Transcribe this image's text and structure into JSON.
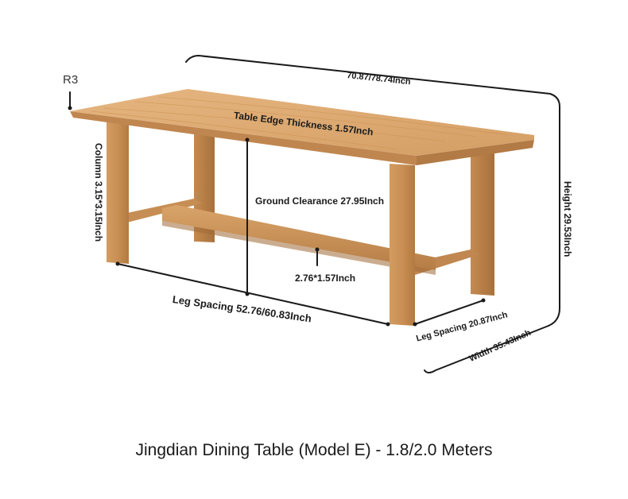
{
  "product": {
    "title": "Jingdian Dining Table (Model E) - 1.8/2.0 Meters"
  },
  "dimensions": {
    "corner_radius": "R3",
    "length": "70.87/78.74Inch",
    "edge_thickness": "Table Edge Thickness 1.57Inch",
    "column": "Column 3.15*3.15Inch",
    "ground_clearance": "Ground Clearance 27.95Inch",
    "stretcher": "2.76*1.57Inch",
    "leg_spacing_long": "Leg Spacing 52.76/60.83Inch",
    "leg_spacing_short": "Leg Spacing 20.87Inch",
    "width": "Width 35.43Inch",
    "height": "Height 29.53Inch"
  },
  "colors": {
    "wood_light": "#e3b27c",
    "wood_mid": "#cf9a62",
    "wood_dark": "#b07a44",
    "dimension_line": "#1a1a1a"
  }
}
